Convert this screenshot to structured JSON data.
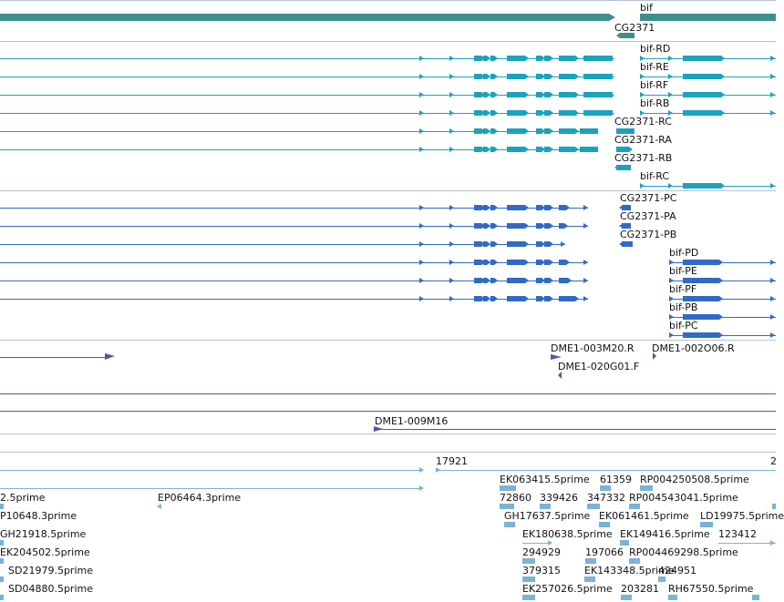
{
  "colors": {
    "track_divider": "#b8c0d6",
    "gene": "#3d8f8a",
    "transcript": "#1aa3be",
    "protein": "#2f6bc6",
    "mutation": "#6a4c9c",
    "est": "#7ab3d6"
  },
  "tracks": {
    "gene": {
      "labels": [
        "bif",
        "CG2371"
      ]
    },
    "transcripts": {
      "labels": [
        "bif-RD",
        "bif-RE",
        "bif-RF",
        "bif-RB",
        "CG2371-RC",
        "CG2371-RA",
        "CG2371-RB",
        "bif-RC"
      ]
    },
    "proteins": {
      "labels": [
        "CG2371-PC",
        "CG2371-PA",
        "CG2371-PB",
        "bif-PD",
        "bif-PE",
        "bif-PF",
        "bif-PB",
        "bif-PC"
      ]
    },
    "insertions": {
      "labels": [
        "DME1-003M20.R",
        "DME1-002O06.R",
        "DME1-020G01.F",
        "DME1-009M16"
      ]
    },
    "est": {
      "labels": [
        "17921",
        "EK063415.5prime",
        "61359",
        "RP004250508.5prime",
        "2.5prime",
        "EP06464.3prime",
        "72860",
        "339426",
        "347332",
        "RP004543041.5prime",
        "P10648.3prime",
        "GH17637.5prime",
        "EK061461.5prime",
        "LD19975.5prime",
        "GH21918.5prime",
        "EK180638.5prime",
        "EK149416.5prime",
        "123412",
        "EK204502.5prime",
        "294929",
        "197066",
        "RP004469298.5prime",
        "SD21979.5prime",
        "379315",
        "EK143348.5prime",
        "424951",
        "SD04880.5prime",
        "EK257026.5prime",
        "203281",
        "RH67550.5prime",
        "2"
      ]
    }
  }
}
